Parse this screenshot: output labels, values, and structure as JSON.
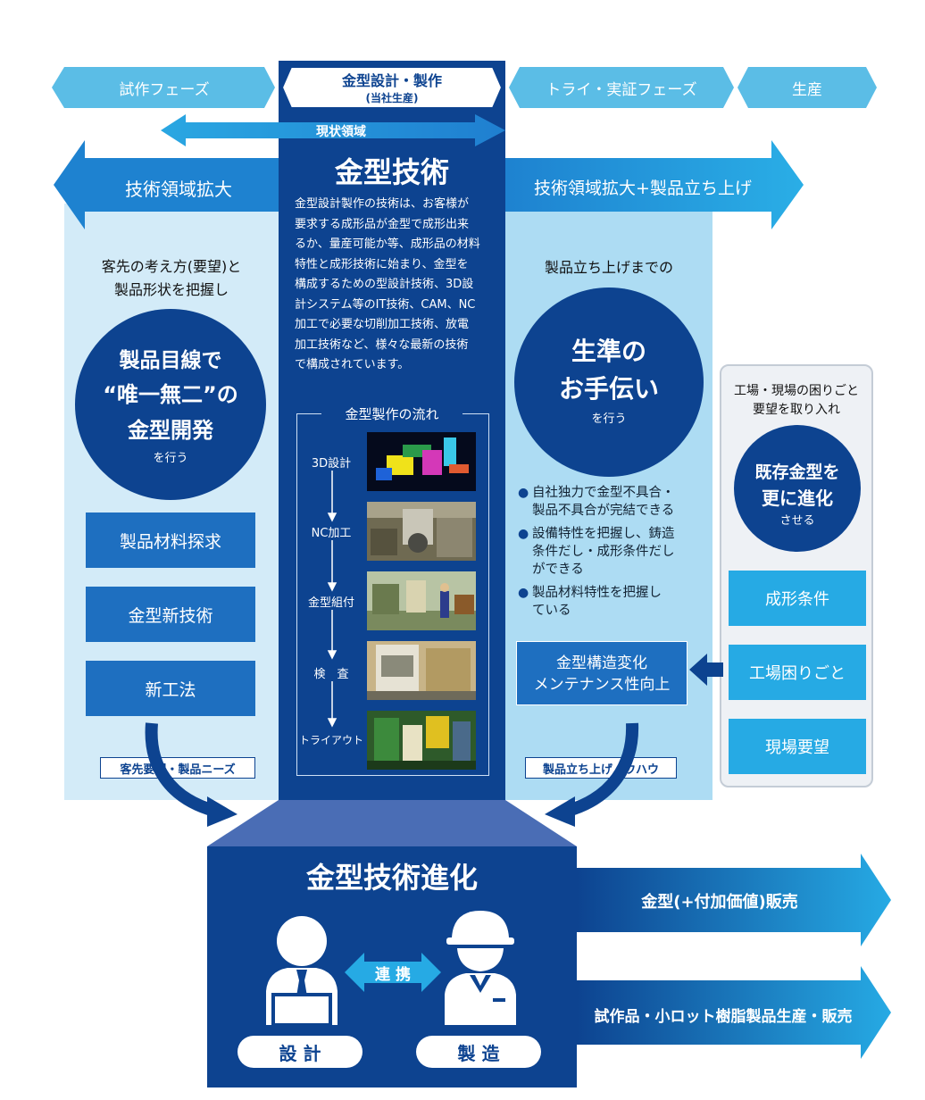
{
  "phases": {
    "prototype": "試作フェーズ",
    "mold_line1": "金型設計・製作",
    "mold_line2": "(当社生産)",
    "trial": "トライ・実証フェーズ",
    "production": "生産"
  },
  "current_domain": "現状領域",
  "left_arrow_label": "技術領域拡大",
  "right_arrow_label": "技術領域拡大+製品立ち上げ",
  "center": {
    "title": "金型技術",
    "desc_lines": [
      "金型設計製作の技術は、お客様が",
      "要求する成形品が金型で成形出来",
      "るか、量産可能か等、成形品の材料",
      "特性と成形技術に始まり、金型を",
      "構成するための型設計技術、3D設",
      "計システム等のIT技術、CAM、NC",
      "加工で必要な切削加工技術、放電",
      "加工技術など、様々な最新の技術",
      "で構成されています。"
    ],
    "flow_title": "金型製作の流れ",
    "flow_steps": [
      "3D設計",
      "NC加工",
      "金型組付",
      "検　査",
      "トライアウト"
    ]
  },
  "left": {
    "intro_line1": "客先の考え方(要望)と",
    "intro_line2": "製品形状を把握し",
    "circle_line1": "製品目線で",
    "circle_line2": "“唯一無二”の",
    "circle_line3": "金型開発",
    "circle_line4": "を行う",
    "buttons": [
      "製品材料探求",
      "金型新技術",
      "新工法"
    ],
    "tag": "客先要望・製品ニーズ"
  },
  "right": {
    "intro": "製品立ち上げまでの",
    "circle_line1": "生準の",
    "circle_line2": "お手伝い",
    "circle_line3": "を行う",
    "bullets": [
      [
        "自社独力で金型不具合・",
        "製品不具合が完結できる"
      ],
      [
        "設備特性を把握し、鋳造",
        "条件だし・成形条件だし",
        "ができる"
      ],
      [
        "製品材料特性を把握し",
        "ている"
      ]
    ],
    "box_line1": "金型構造変化",
    "box_line2": "メンテナンス性向上",
    "tag": "製品立ち上げノウハウ"
  },
  "far_right": {
    "intro_line1": "工場・現場の困りごと",
    "intro_line2": "要望を取り入れ",
    "circle_line1": "既存金型を",
    "circle_line2": "更に進化",
    "circle_line3": "させる",
    "buttons": [
      "成形条件",
      "工場困りごと",
      "現場要望"
    ]
  },
  "bottom": {
    "title": "金型技術進化",
    "link": "連 携",
    "design": "設 計",
    "manufacture": "製 造",
    "out1": "金型(+付加価値)販売",
    "out2": "試作品・小ロット樹脂製品生産・販売"
  },
  "colors": {
    "navy": "#0d4390",
    "mid_blue": "#1e6fc0",
    "cyan": "#26aae4",
    "light_bg": "#cfe9f7",
    "right_bg": "#a9dcf4"
  }
}
